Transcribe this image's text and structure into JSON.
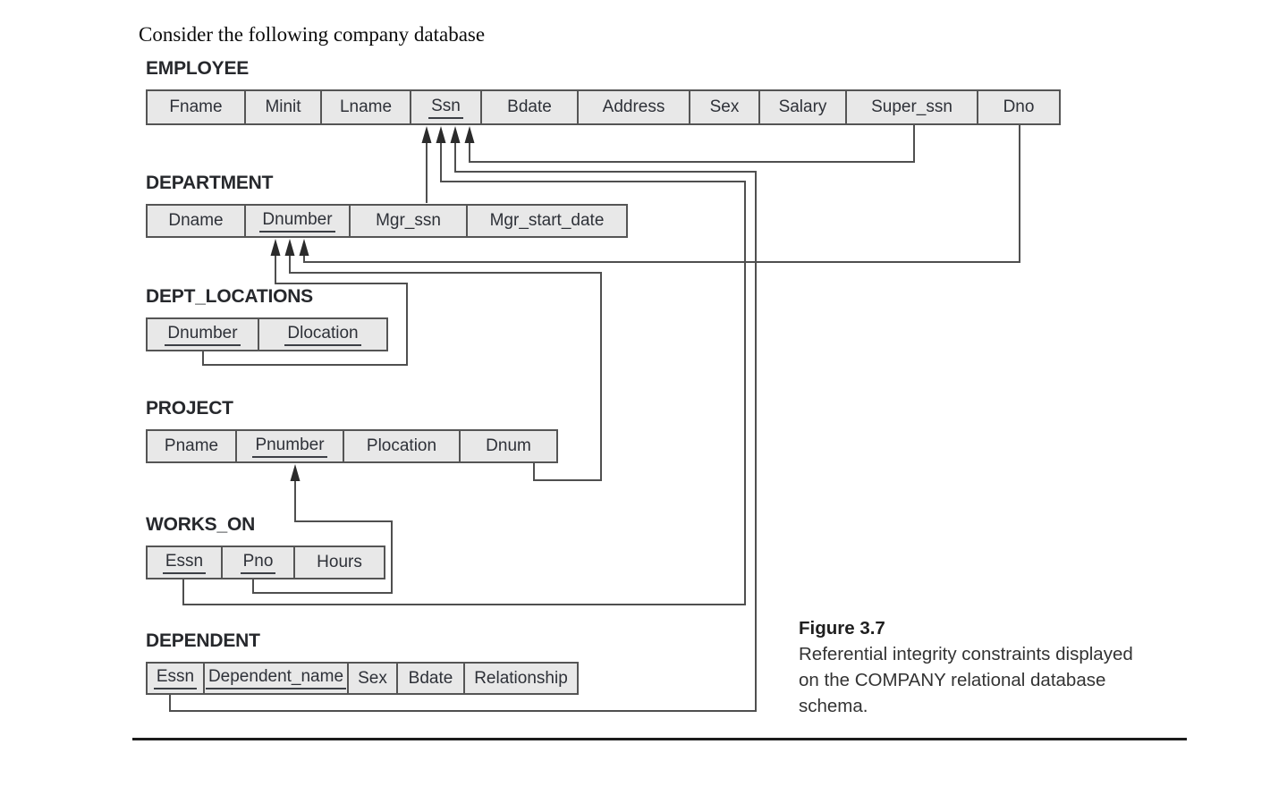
{
  "intro_text": "Consider the following company database",
  "diagram": {
    "tables": [
      {
        "id": "employee",
        "name": "EMPLOYEE",
        "fields": [
          {
            "label": "Fname",
            "pk": false
          },
          {
            "label": "Minit",
            "pk": false
          },
          {
            "label": "Lname",
            "pk": false
          },
          {
            "label": "Ssn",
            "pk": true
          },
          {
            "label": "Bdate",
            "pk": false
          },
          {
            "label": "Address",
            "pk": false
          },
          {
            "label": "Sex",
            "pk": false
          },
          {
            "label": "Salary",
            "pk": false
          },
          {
            "label": "Super_ssn",
            "pk": false
          },
          {
            "label": "Dno",
            "pk": false
          }
        ]
      },
      {
        "id": "department",
        "name": "DEPARTMENT",
        "fields": [
          {
            "label": "Dname",
            "pk": false
          },
          {
            "label": "Dnumber",
            "pk": true
          },
          {
            "label": "Mgr_ssn",
            "pk": false
          },
          {
            "label": "Mgr_start_date",
            "pk": false
          }
        ]
      },
      {
        "id": "dept_locations",
        "name": "DEPT_LOCATIONS",
        "fields": [
          {
            "label": "Dnumber",
            "pk": true
          },
          {
            "label": "Dlocation",
            "pk": true
          }
        ]
      },
      {
        "id": "project",
        "name": "PROJECT",
        "fields": [
          {
            "label": "Pname",
            "pk": false
          },
          {
            "label": "Pnumber",
            "pk": true
          },
          {
            "label": "Plocation",
            "pk": false
          },
          {
            "label": "Dnum",
            "pk": false
          }
        ]
      },
      {
        "id": "works_on",
        "name": "WORKS_ON",
        "fields": [
          {
            "label": "Essn",
            "pk": true
          },
          {
            "label": "Pno",
            "pk": true
          },
          {
            "label": "Hours",
            "pk": false
          }
        ]
      },
      {
        "id": "dependent",
        "name": "DEPENDENT",
        "fields": [
          {
            "label": "Essn",
            "pk": true
          },
          {
            "label": "Dependent_name",
            "pk": true
          },
          {
            "label": "Sex",
            "pk": false
          },
          {
            "label": "Bdate",
            "pk": false
          },
          {
            "label": "Relationship",
            "pk": false
          }
        ]
      }
    ],
    "relationships": [
      {
        "from": "DEPARTMENT.Mgr_ssn",
        "to": "EMPLOYEE.Ssn"
      },
      {
        "from": "WORKS_ON.Essn",
        "to": "EMPLOYEE.Ssn"
      },
      {
        "from": "DEPENDENT.Essn",
        "to": "EMPLOYEE.Ssn"
      },
      {
        "from": "EMPLOYEE.Super_ssn",
        "to": "EMPLOYEE.Ssn"
      },
      {
        "from": "EMPLOYEE.Dno",
        "to": "DEPARTMENT.Dnumber"
      },
      {
        "from": "DEPT_LOCATIONS.Dnumber",
        "to": "DEPARTMENT.Dnumber"
      },
      {
        "from": "PROJECT.Dnum",
        "to": "DEPARTMENT.Dnumber"
      },
      {
        "from": "WORKS_ON.Pno",
        "to": "PROJECT.Pnumber"
      }
    ]
  },
  "caption": {
    "title": "Figure 3.7",
    "lines": [
      "Referential integrity constraints displayed",
      "on the COMPANY relational database",
      "schema."
    ]
  },
  "colors": {
    "cell_fill": "#e8e8e8",
    "cell_border": "#555555",
    "wire": "#4f4f4f",
    "arrowhead": "#2b2b2b",
    "cell_text": "#2e3138"
  }
}
